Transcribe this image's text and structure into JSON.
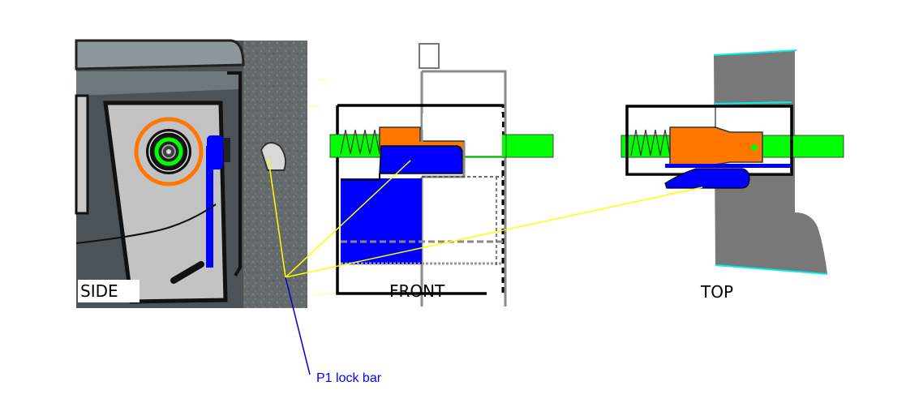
{
  "views": {
    "side": "SIDE",
    "front": "FRONT",
    "top": "TOP"
  },
  "callout": {
    "label": "P1 lock bar"
  },
  "colors": {
    "lock_bar": "#0000ff",
    "cam": "#ff7700",
    "spring_rod": "#00ff00",
    "leader": "#ffff00",
    "callout": "#0000cc",
    "accent": "#00eeee",
    "plate": "#777777"
  }
}
